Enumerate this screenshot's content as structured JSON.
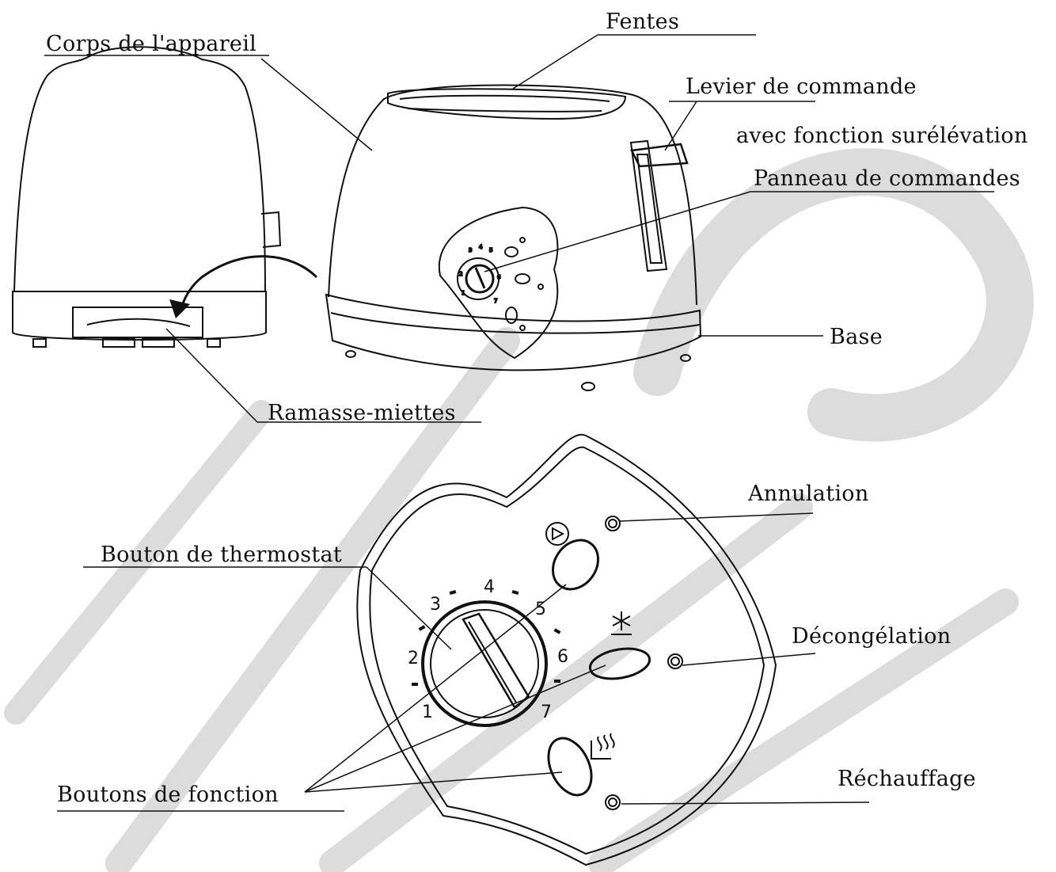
{
  "labels": {
    "fentes": "Fentes",
    "corps": "Corps de l'appareil",
    "levier": "Levier de commande",
    "surelevation": "avec fonction surélévation",
    "panneau": "Panneau de commandes",
    "base": "Base",
    "ramasse": "Ramasse-miettes",
    "annulation": "Annulation",
    "thermostat": "Bouton de thermostat",
    "decongelation": "Décongélation",
    "fonction": "Boutons de fonction",
    "rechauffage": "Réchauffage"
  },
  "dial_numbers": [
    "1",
    "2",
    "3",
    "4",
    "5",
    "6",
    "7"
  ],
  "colors": {
    "line": "#111111",
    "watermark": "#dcdcdc"
  },
  "icons": [
    "cancel-icon",
    "defrost-snowflake-icon",
    "reheat-wave-icon",
    "crumb-tray-arrow-icon"
  ]
}
